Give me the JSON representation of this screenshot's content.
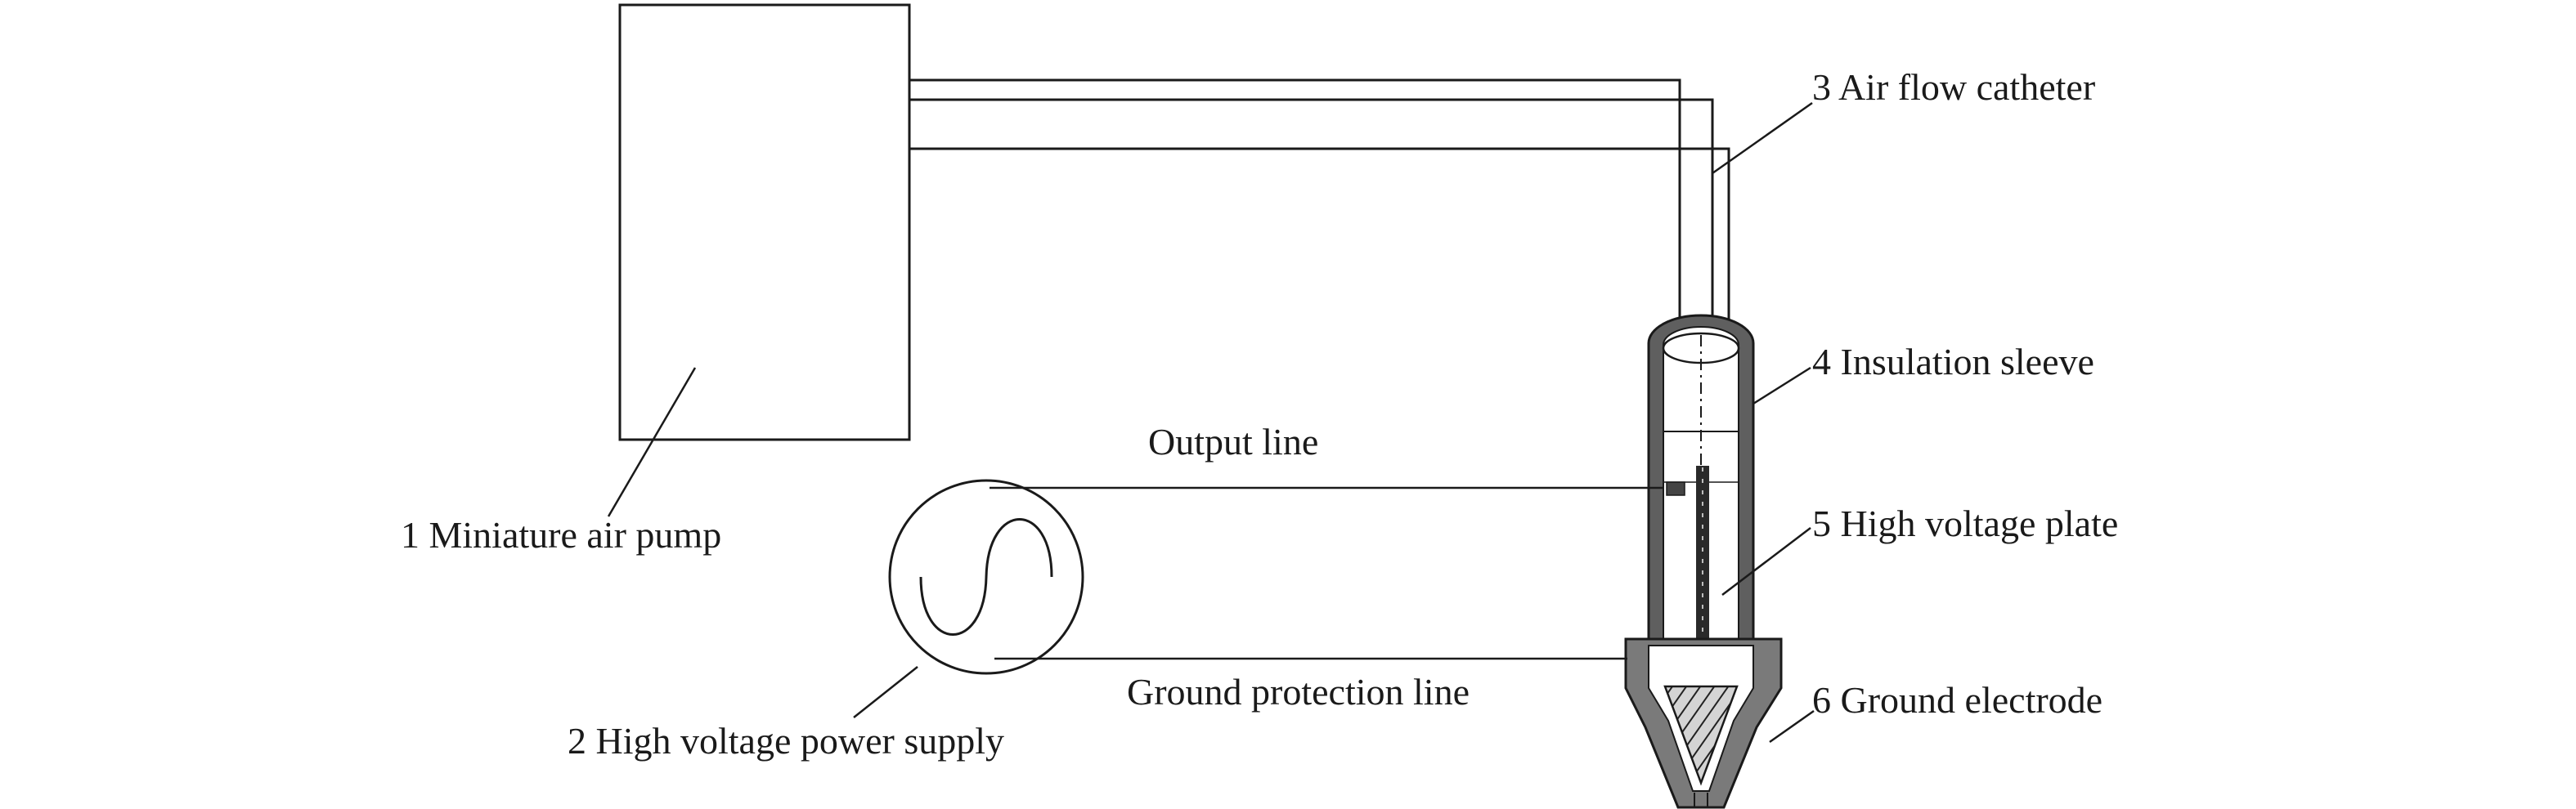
{
  "labels": {
    "pump": "1 Miniature air pump",
    "power_supply": "2 High voltage power supply",
    "air_catheter": "3 Air flow catheter",
    "insulation_sleeve": "4 Insulation sleeve",
    "hv_plate": "5 High voltage plate",
    "ground_electrode": "6 Ground electrode",
    "output_line": "Output line",
    "ground_line": "Ground protection line"
  },
  "colors": {
    "line": "#1a1a1a",
    "sleeve": "#5f5f5f",
    "sleeve_dark": "#3a3a3a",
    "electrode": "#7a7a7a",
    "plate": "#2a2a2a"
  }
}
